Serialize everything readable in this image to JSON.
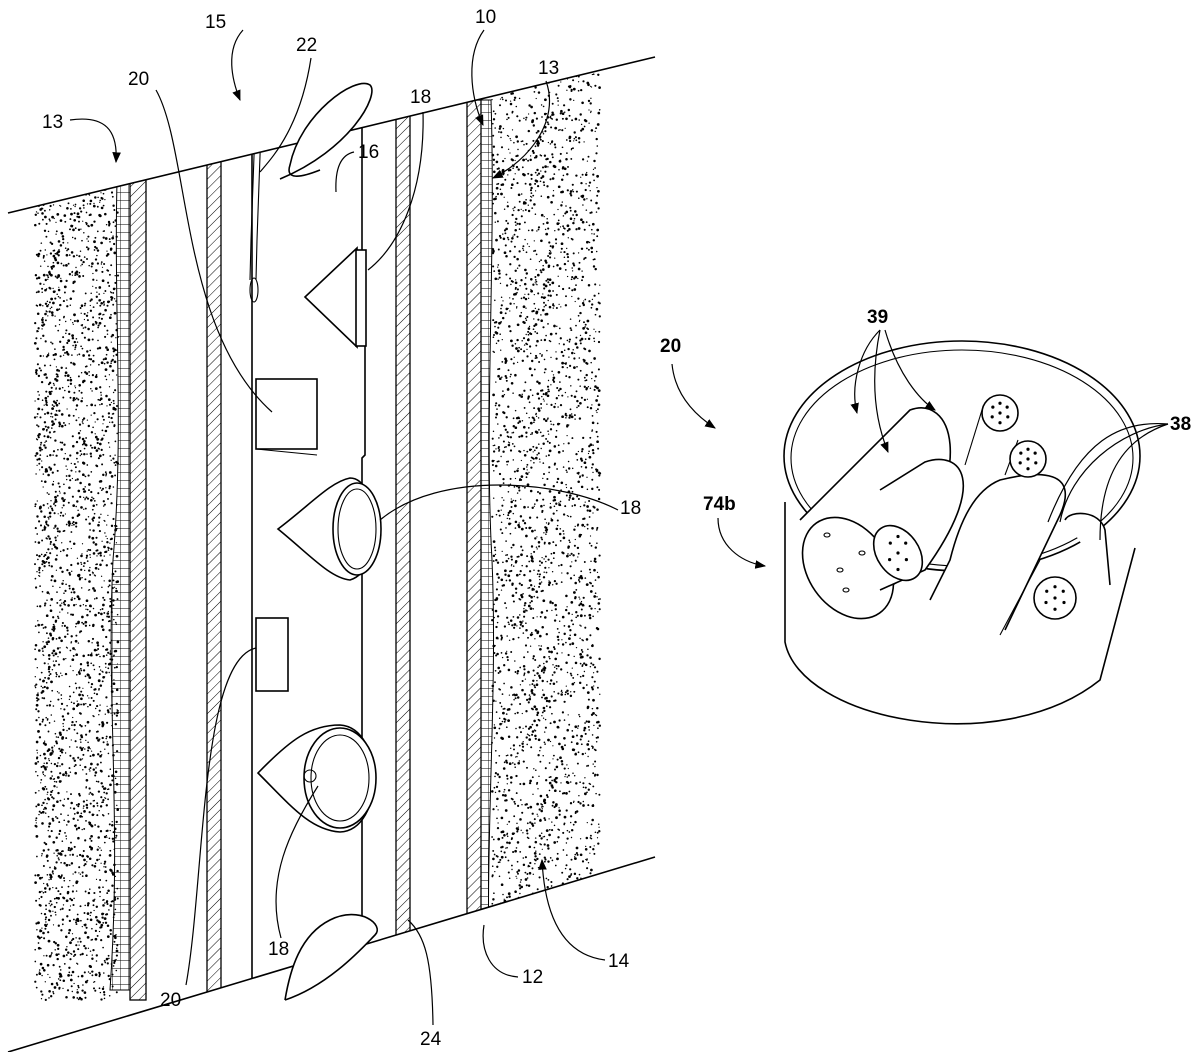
{
  "figure": {
    "type": "patent-drawing",
    "left_view": {
      "description": "Cross-section of wellbore with casing, cement, formation, and downhole tool string",
      "labels": {
        "tool_string": "15",
        "casing": "10",
        "cement_upper_left": "13",
        "cement_upper_right": "13",
        "tool_body": "16",
        "perforating_charge_top": "18",
        "perforating_charge_mid": "18",
        "perforating_charge_bottom": "18",
        "sensor_module_upper": "20",
        "sensor_module_lower": "20",
        "conveyance_line": "22",
        "tubing": "24",
        "casing_wall": "12",
        "formation": "14"
      }
    },
    "right_view": {
      "description": "Perspective view of sensor module housing containing sensor elements",
      "labels": {
        "module": "20",
        "housing": "74b",
        "sensor_ends": "39",
        "sensor_bodies": "38"
      }
    },
    "colors": {
      "line": "#000000",
      "background": "#ffffff",
      "stipple": "#000000"
    }
  }
}
